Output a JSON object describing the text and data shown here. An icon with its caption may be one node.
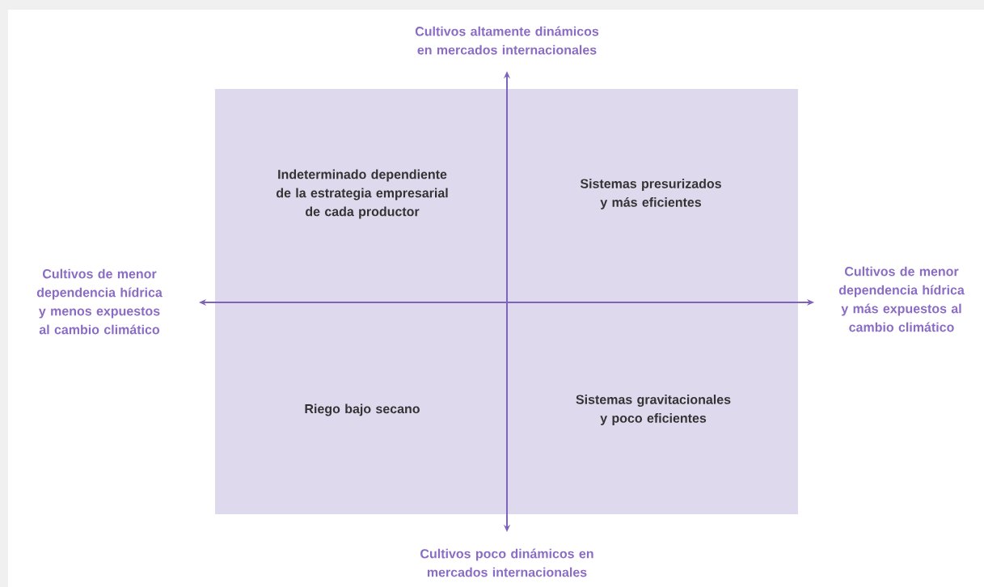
{
  "diagram": {
    "nodes": [
      {
        "text": [
          "Indeterminado dependiente de la estrategia empresarial de cada productor",
          "Sistemas presurizados y más eficientes",
          "Riego bajo secano",
          "Sistemas gravitacionales y poco eficientes"
        ]
      }
    ],
    "labels": [
      "Cultivos altamente dinámicos en mercados internacionales",
      "Cultivos de menor dependencia hídrica y menos expuestos al cambio climático",
      "Cultivos de menor dependencia hídrica y más expuestos al cambio climático",
      "Cultivos poco dinámicos en mercados internacionales"
    ]
  }
}
